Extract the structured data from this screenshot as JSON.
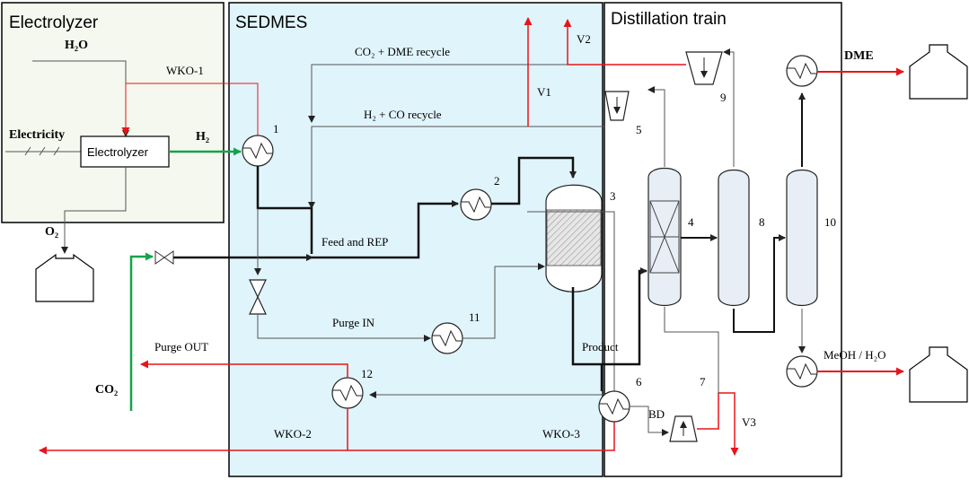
{
  "sections": {
    "electrolyzer": "Electrolyzer",
    "sedmes": "SEDMES",
    "distillation": "Distillation train"
  },
  "electrolyzer_unit": {
    "label": "Electrolyzer",
    "water": "H₂O",
    "electricity": "Electricity",
    "hydrogen": "H₂",
    "oxygen": "O₂",
    "wko1": "WKO-1"
  },
  "streams": {
    "co2_dme_recycle": "CO₂ + DME recycle",
    "h2_co_recycle": "H₂ + CO recycle",
    "feed_rep": "Feed and REP",
    "purge_in": "Purge IN",
    "purge_out": "Purge OUT",
    "product": "Product",
    "co2": "CO₂",
    "wko2": "WKO-2",
    "wko3": "WKO-3",
    "bd": "BD",
    "dme": "DME",
    "meoh_h2o": "MeOH / H₂O"
  },
  "vents": {
    "v1": "V1",
    "v2": "V2",
    "v3": "V3"
  },
  "unit_numbers": {
    "u1": "1",
    "u2": "2",
    "u3": "3",
    "u4": "4",
    "u5": "5",
    "u6": "6",
    "u7": "7",
    "u8": "8",
    "u9": "9",
    "u10": "10",
    "u11": "11",
    "u12": "12"
  },
  "colors": {
    "electrolyzer_bg": "#f4f8ee",
    "sedmes_bg": "#e0f4fb",
    "red_stream": "#e8141b",
    "green_stream": "#16a34a",
    "line": "#555555"
  }
}
